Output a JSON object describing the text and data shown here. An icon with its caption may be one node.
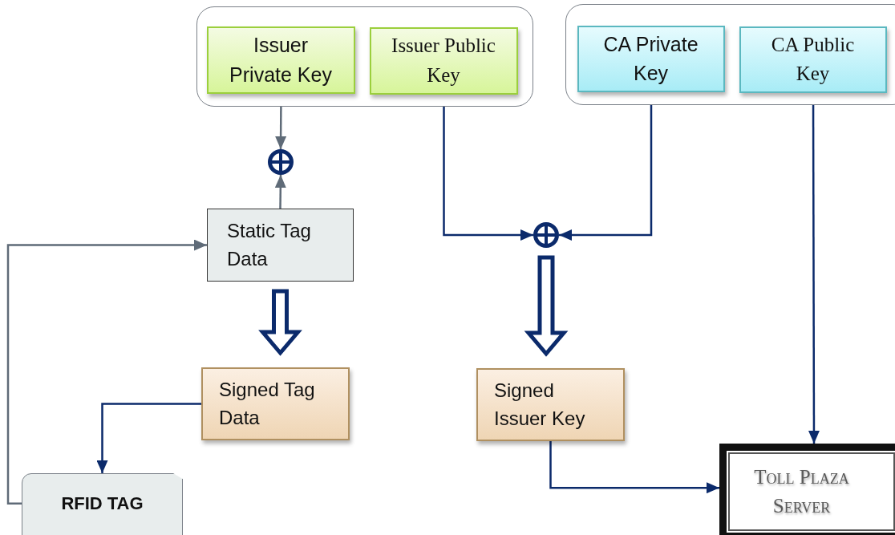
{
  "diagram": {
    "nodes": [
      {
        "text": [],
        "shape": "box"
      },
      {
        "text": [
          "Issuer Private Key"
        ],
        "in": 0
      },
      {
        "text": [
          "Issuer Public Key"
        ],
        "in": 0
      },
      {
        "text": [],
        "shape": "box"
      },
      {
        "text": [
          "CA Private Key"
        ],
        "in": 3
      },
      {
        "text": [
          "CA Public Key"
        ],
        "in": 3
      },
      {
        "text": [],
        "shape": "circle"
      },
      {
        "text": [
          "Static Tag Data"
        ]
      },
      {
        "text": [],
        "shape": "circle"
      },
      {
        "text": [
          "Signed Tag Data"
        ]
      },
      {
        "text": [
          "Signed Issuer Key"
        ]
      },
      {
        "text": [
          "RFID TAG"
        ]
      },
      {
        "text": [
          "Toll Plaza Server"
        ]
      }
    ],
    "edges": [
      {
        "from": 1,
        "to": 6,
        "arrow": "to",
        "color": "#5f6b78"
      },
      {
        "from": 7,
        "to": 6,
        "arrow": "to",
        "color": "#5f6b78"
      },
      {
        "from": 2,
        "to": 8,
        "arrow": "to"
      },
      {
        "from": 4,
        "to": 8,
        "arrow": "to"
      },
      {
        "from": 7,
        "to": 9,
        "arrow": "to",
        "style": "thick"
      },
      {
        "from": 8,
        "to": 10,
        "arrow": "to",
        "style": "thick"
      },
      {
        "from": 5,
        "to": 12,
        "arrow": "to"
      },
      {
        "from": 9,
        "to": 11,
        "arrow": "to"
      },
      {
        "from": 11,
        "to": 7,
        "arrow": "to",
        "color": "#5f6b78"
      },
      {
        "from": 10,
        "to": 12,
        "arrow": "to"
      }
    ]
  }
}
